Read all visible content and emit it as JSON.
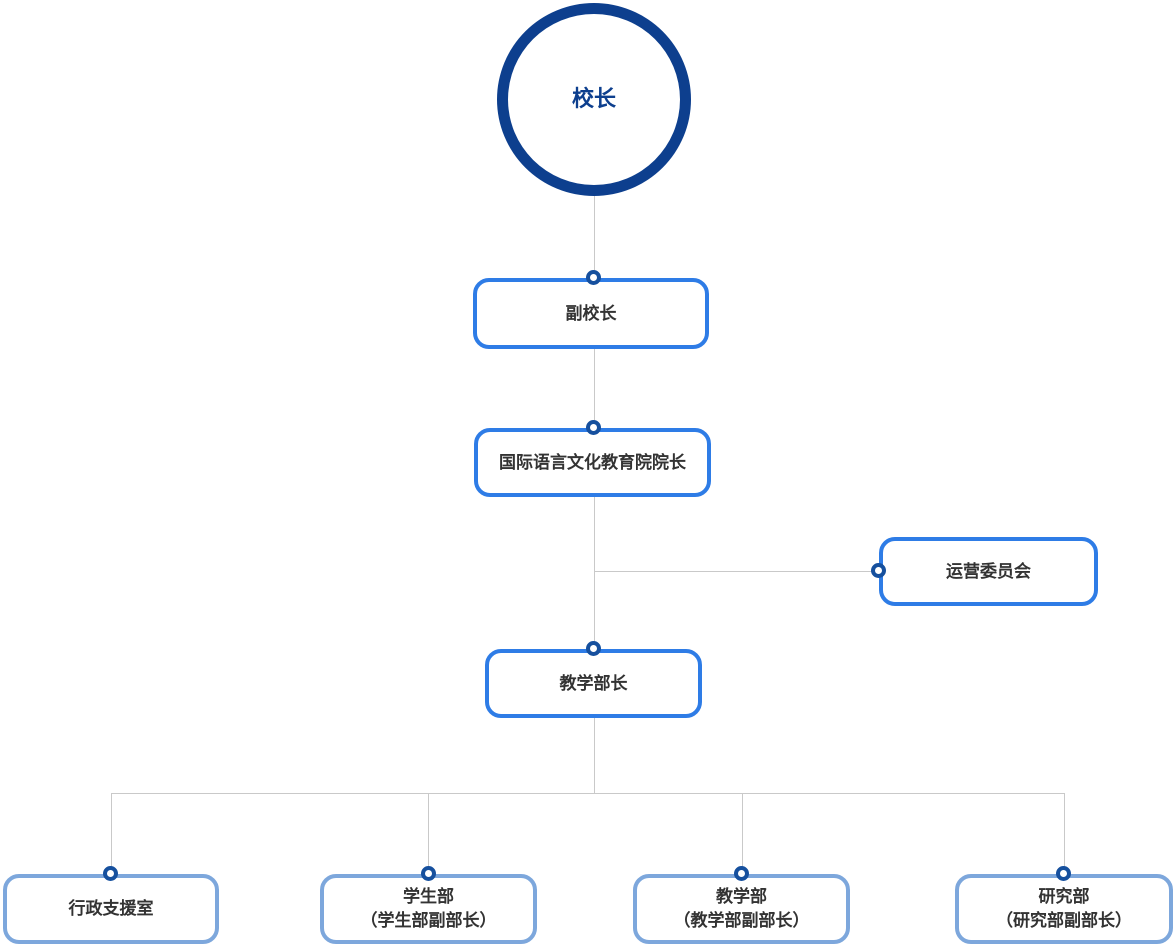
{
  "colors": {
    "navy": "#0d3f8e",
    "accent-blue": "#2e7ce6",
    "light-blue": "#7da7dc",
    "dot-navy": "#16509e",
    "line-gray": "#c9c9c9",
    "text-dark": "#333333"
  },
  "org_chart": {
    "principal": {
      "label": "校长"
    },
    "vice_principal": {
      "label": "副校长"
    },
    "institute_director": {
      "label": "国际语言文化教育院院长"
    },
    "operations_committee": {
      "label": "运营委员会"
    },
    "academic_dean": {
      "label": "教学部长"
    },
    "departments": [
      {
        "line1": "行政支援室",
        "line2": ""
      },
      {
        "line1": "学生部",
        "line2": "（学生部副部长）"
      },
      {
        "line1": "教学部",
        "line2": "（教学部副部长）"
      },
      {
        "line1": "研究部",
        "line2": "（研究部副部长）"
      }
    ]
  }
}
